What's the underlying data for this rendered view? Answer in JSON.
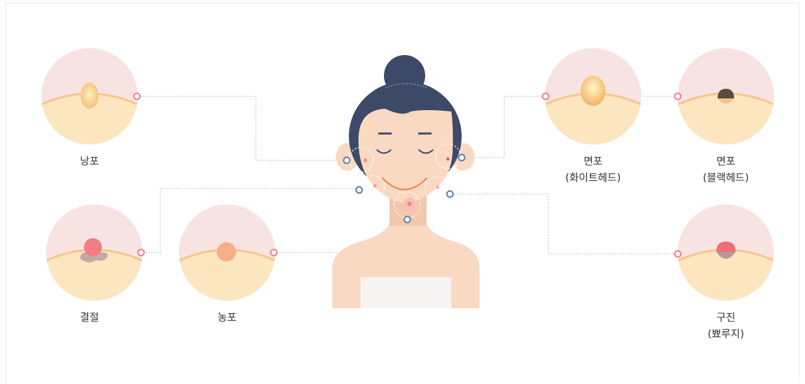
{
  "colors": {
    "circle_bg": "#f7e4e2",
    "skin_layer": "#fbe6c0",
    "skin_line": "#f7c58a",
    "skin": "#fad9c3",
    "hair": "#3c4a68",
    "connector": "#b8bcc4",
    "marker_pink": "#ef7f84",
    "marker_blue": "#5a7ea8",
    "towel": "#f7f5f4"
  },
  "lesions": [
    {
      "id": "cyst",
      "label": "낭포"
    },
    {
      "id": "nodule",
      "label": "결절"
    },
    {
      "id": "pustule",
      "label": "농포"
    },
    {
      "id": "whitehead",
      "label": "면포",
      "sublabel": "(화이트헤드)"
    },
    {
      "id": "blackhead",
      "label": "면포",
      "sublabel": "(블랙헤드)"
    },
    {
      "id": "papule",
      "label": "구진",
      "sublabel": "(뾰루지)"
    }
  ]
}
